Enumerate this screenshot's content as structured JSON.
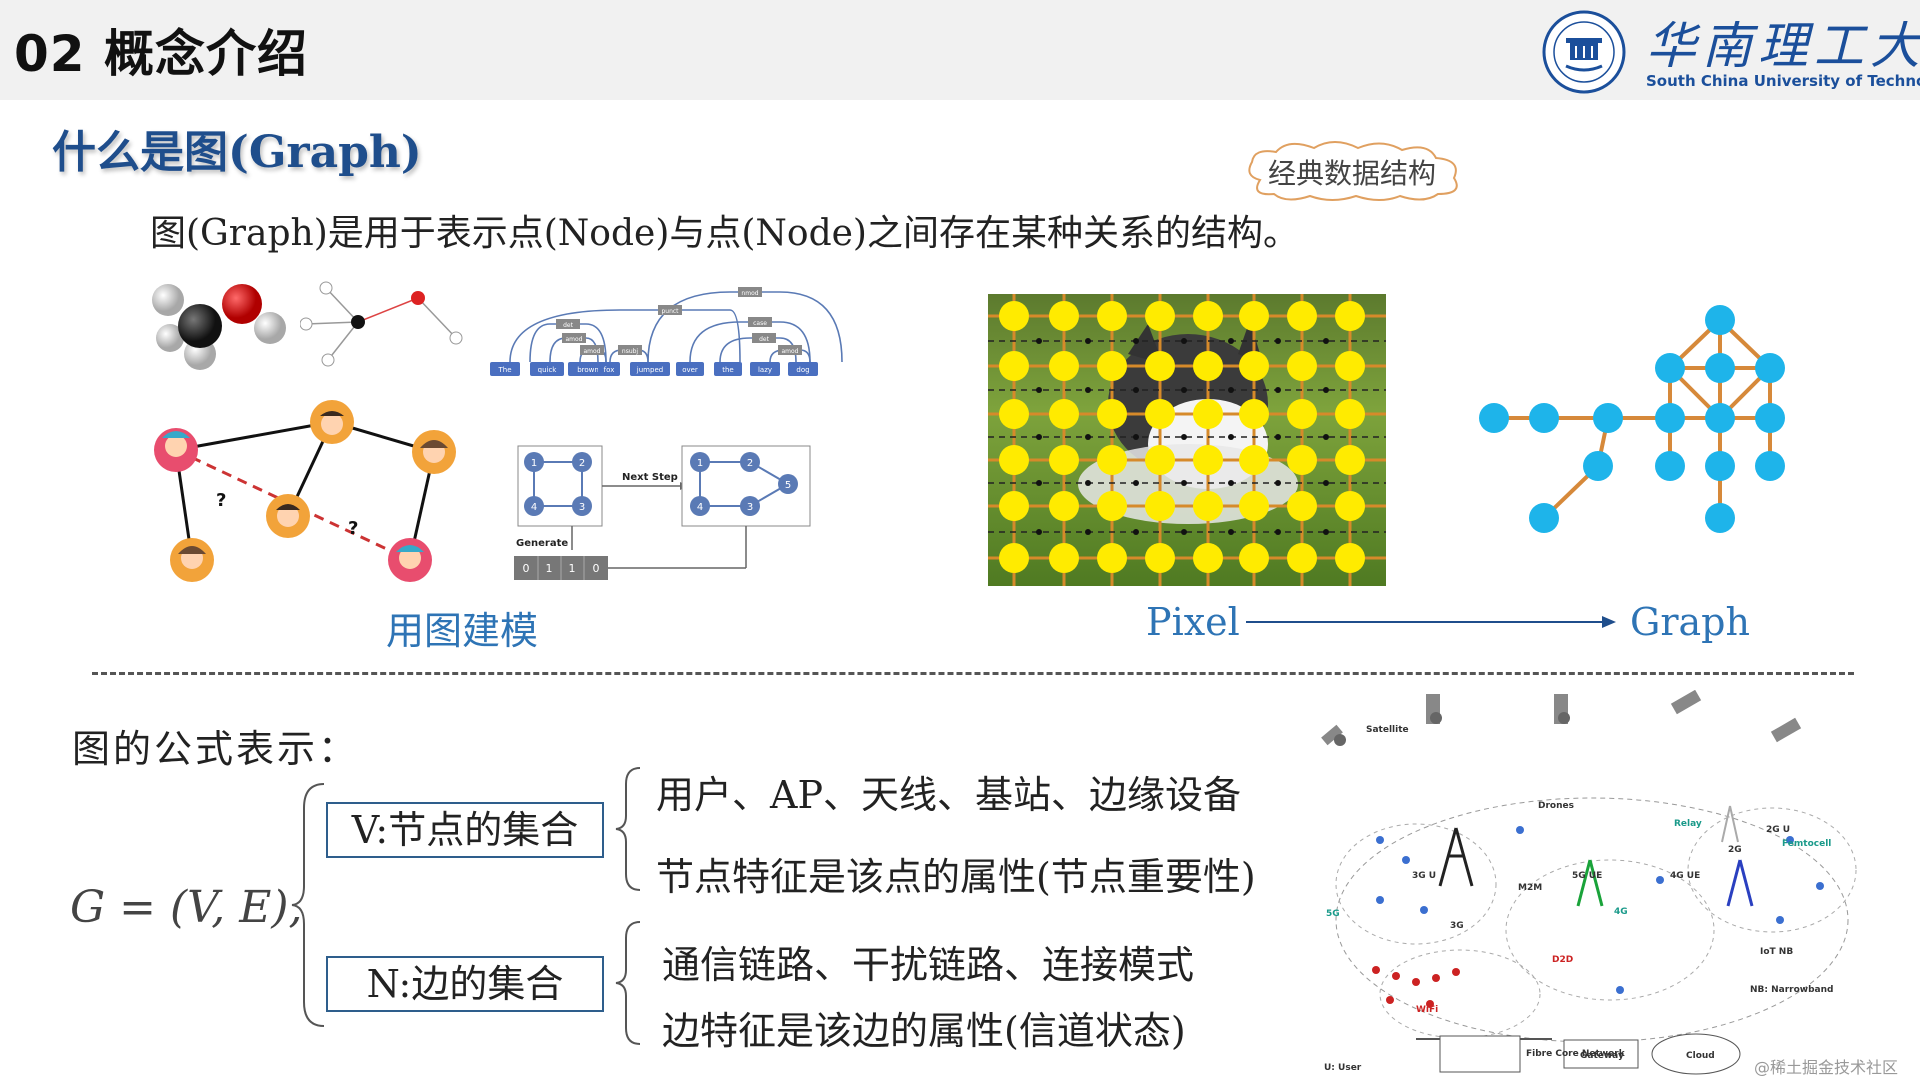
{
  "header": {
    "section_title": "02 概念介绍",
    "university_cn": "华南理工大学",
    "university_en": "South China University of Technology"
  },
  "slide": {
    "heading": "什么是图(Graph)",
    "cloud_label": "经典数据结构",
    "definition": "图(Graph)是用于表示点(Node)与点(Node)之间存在某种关系的结构。",
    "caption_modeling": "用图建模",
    "caption_pixel": "Pixel",
    "caption_graph": "Graph"
  },
  "diagrams": {
    "sentence_words": [
      "The",
      "quick",
      "brown",
      "fox",
      "jumped",
      "over",
      "the",
      "lazy",
      "dog"
    ],
    "arc_labels": [
      "det",
      "amod",
      "amod",
      "nsubj",
      "punct",
      "nmod",
      "case",
      "det",
      "amod"
    ],
    "question_mark": "?",
    "next_step": "Next Step",
    "generate": "Generate",
    "adjacency_bits": [
      "0",
      "1",
      "1",
      "0"
    ],
    "node_numbers": [
      "1",
      "2",
      "3",
      "4",
      "5"
    ]
  },
  "formula": {
    "title": "图的公式表示：",
    "expression": "G = (V, E),",
    "v_set": "V:节点的集合",
    "n_set": "N:边的集合",
    "v_items": [
      "用户、AP、天线、基站、边缘设备",
      "节点特征是该点的属性(节点重要性)"
    ],
    "n_items": [
      "通信链路、干扰链路、连接模式",
      "边特征是该边的属性(信道状态)"
    ]
  },
  "network": {
    "labels": [
      "Satellite",
      "Drones",
      "Relay",
      "2G",
      "2G U",
      "Femtocell",
      "5G",
      "3G U",
      "3G",
      "M2M",
      "5G UE",
      "4G UE",
      "4G",
      "D2D",
      "IoT NB",
      "NB: Narrowband",
      "WiFi",
      "Fibre Core Network",
      "Gateway",
      "Cloud",
      "U: User"
    ]
  },
  "watermark": "@稀土掘金技术社区",
  "colors": {
    "accent_blue": "#2e74b5",
    "heading_blue": "#1f4e8c",
    "pixel_yellow": "#ffeb00",
    "graph_node": "#1eb4ea",
    "graph_edge": "#d6893a"
  }
}
